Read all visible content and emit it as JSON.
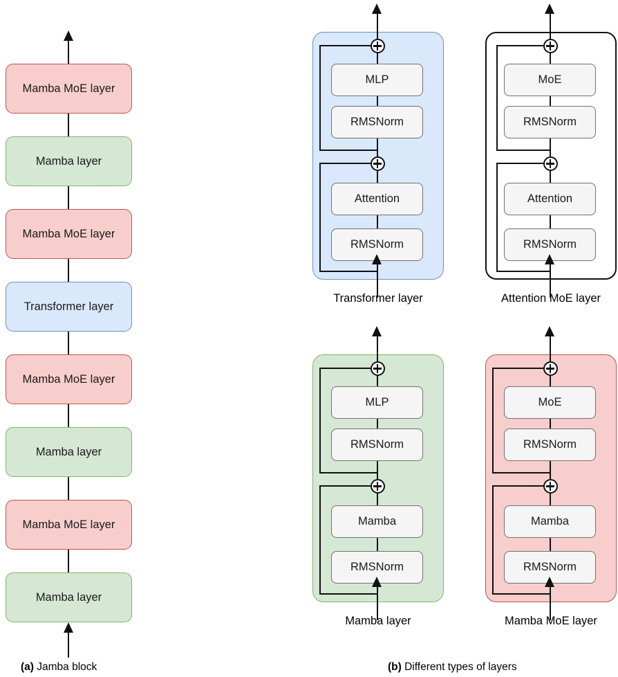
{
  "figure": {
    "subfigures": [
      {
        "tag": "(a)",
        "caption": "Jamba block"
      },
      {
        "tag": "(b)",
        "caption": "Different types of layers"
      }
    ]
  },
  "colors": {
    "mamba_moe_fill": "#f8cecc",
    "mamba_moe_stroke": "#b85450",
    "mamba_fill": "#d5e8d4",
    "mamba_stroke": "#82b366",
    "transformer_fill": "#dae8fc",
    "transformer_stroke": "#6c8ebf",
    "attention_moe_fill": "#ffffff",
    "attention_moe_stroke": "#111111",
    "inner_box_fill": "#f5f5f5",
    "inner_box_stroke": "#707070",
    "line": "#111111"
  },
  "jamba_block": {
    "caption_tag": "(a)",
    "caption_text": "Jamba block",
    "stack_order": "bottom-to-top",
    "layers": [
      {
        "index": 0,
        "label": "Mamba layer",
        "type": "mamba"
      },
      {
        "index": 1,
        "label": "Mamba MoE layer",
        "type": "mamba_moe"
      },
      {
        "index": 2,
        "label": "Mamba layer",
        "type": "mamba"
      },
      {
        "index": 3,
        "label": "Mamba MoE layer",
        "type": "mamba_moe"
      },
      {
        "index": 4,
        "label": "Transformer layer",
        "type": "transformer"
      },
      {
        "index": 5,
        "label": "Mamba MoE layer",
        "type": "mamba_moe"
      },
      {
        "index": 6,
        "label": "Mamba layer",
        "type": "mamba"
      },
      {
        "index": 7,
        "label": "Mamba MoE layer",
        "type": "mamba_moe"
      }
    ]
  },
  "layer_types": {
    "caption_tag": "(b)",
    "caption_text": "Different types of layers",
    "panels": [
      {
        "id": "transformer-layer",
        "label": "Transformer layer",
        "style": "blue",
        "sublayers_bottom_to_top": [
          "RMSNorm",
          "Attention",
          "RMSNorm",
          "MLP"
        ],
        "blocks": {
          "top_upper": "MLP",
          "top_lower": "RMSNorm",
          "bottom_upper": "Attention",
          "bottom_lower": "RMSNorm"
        },
        "residual_adds": 2,
        "add_symbol": "plus-circle"
      },
      {
        "id": "attention-moe-layer",
        "label": "Attention MoE layer",
        "style": "white",
        "sublayers_bottom_to_top": [
          "RMSNorm",
          "Attention",
          "RMSNorm",
          "MoE"
        ],
        "blocks": {
          "top_upper": "MoE",
          "top_lower": "RMSNorm",
          "bottom_upper": "Attention",
          "bottom_lower": "RMSNorm"
        },
        "residual_adds": 2,
        "add_symbol": "plus-circle"
      },
      {
        "id": "mamba-layer",
        "label": "Mamba layer",
        "style": "green",
        "sublayers_bottom_to_top": [
          "RMSNorm",
          "Mamba",
          "RMSNorm",
          "MLP"
        ],
        "blocks": {
          "top_upper": "MLP",
          "top_lower": "RMSNorm",
          "bottom_upper": "Mamba",
          "bottom_lower": "RMSNorm"
        },
        "residual_adds": 2,
        "add_symbol": "plus-circle"
      },
      {
        "id": "mamba-moe-layer",
        "label": "Mamba MoE layer",
        "style": "pink",
        "sublayers_bottom_to_top": [
          "RMSNorm",
          "Mamba",
          "RMSNorm",
          "MoE"
        ],
        "blocks": {
          "top_upper": "MoE",
          "top_lower": "RMSNorm",
          "bottom_upper": "Mamba",
          "bottom_lower": "RMSNorm"
        },
        "residual_adds": 2,
        "add_symbol": "plus-circle"
      }
    ]
  }
}
